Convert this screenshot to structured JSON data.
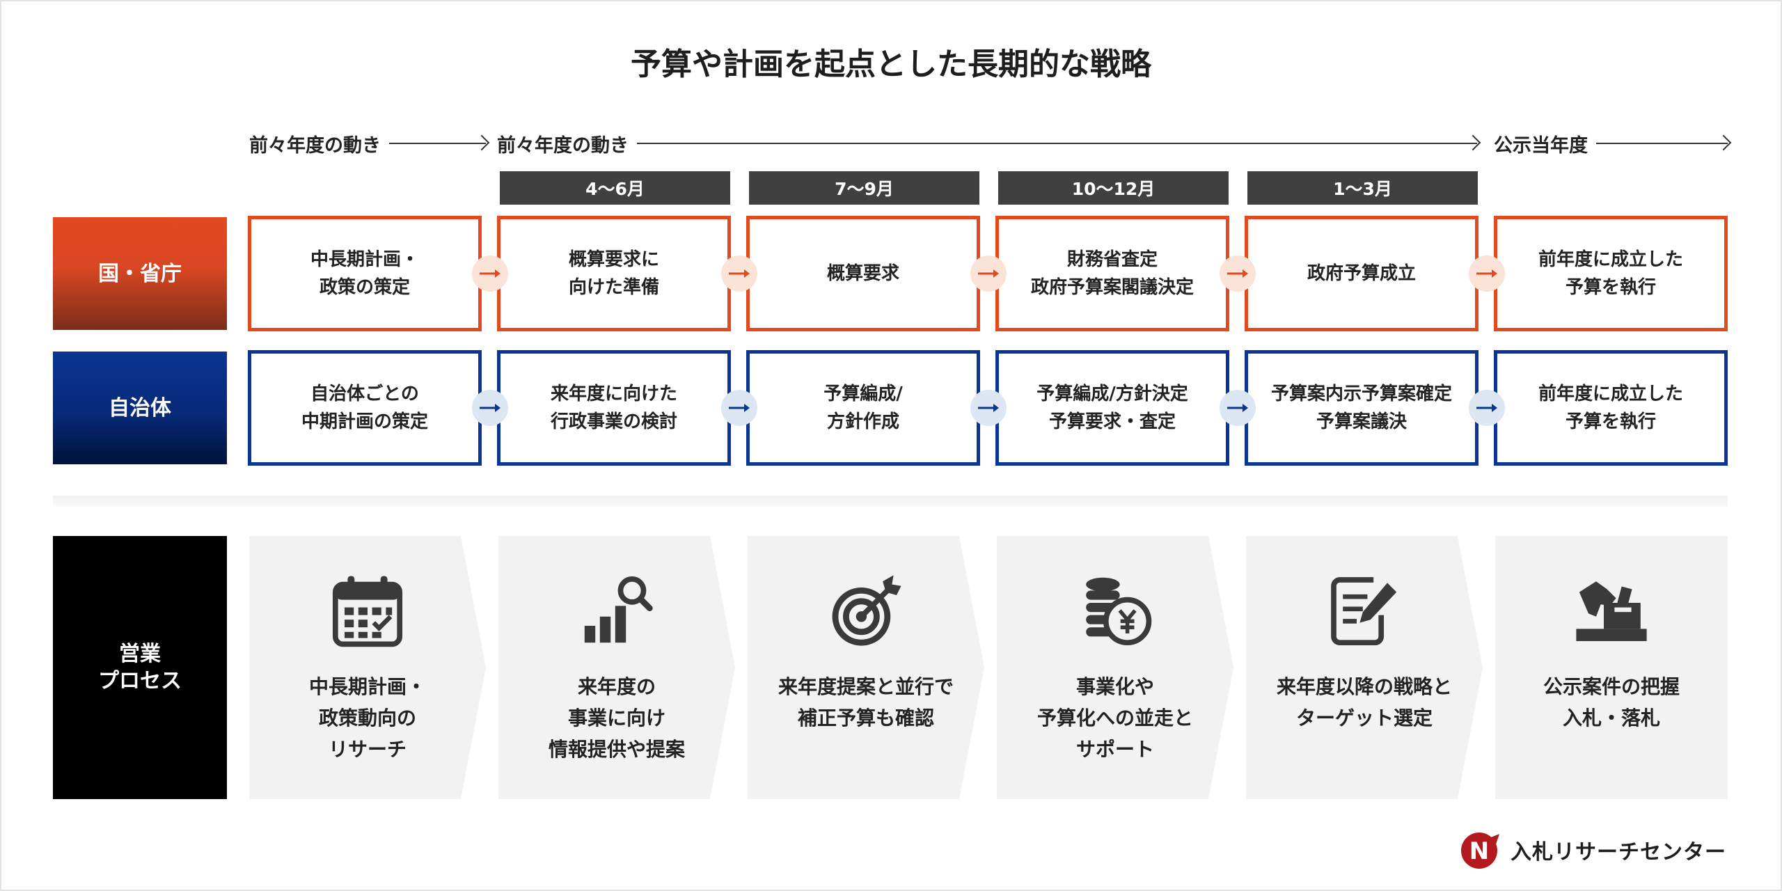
{
  "title": "予算や計画を起点とした長期的な戦略",
  "periods": [
    "前々年度の動き",
    "前々年度の動き",
    "公示当年度"
  ],
  "months": [
    "4〜6月",
    "7〜9月",
    "10〜12月",
    "1〜3月"
  ],
  "rows": {
    "gov": {
      "label": "国・省庁",
      "boxes": [
        "中長期計画・\n政策の策定",
        "概算要求に\n向けた準備",
        "概算要求",
        "財務省査定\n政府予算案閣議決定",
        "政府予算成立",
        "前年度に成立した\n予算を執行"
      ]
    },
    "local": {
      "label": "自治体",
      "boxes": [
        "自治体ごとの\n中期計画の策定",
        "来年度に向けた\n行政事業の検討",
        "予算編成/\n方針作成",
        "予算編成/方針決定\n予算要求・査定",
        "予算案内示予算案確定\n予算案議決",
        "前年度に成立した\n予算を執行"
      ]
    },
    "sales": {
      "label": "営業\nプロセス",
      "items": [
        {
          "icon": "calendar-icon",
          "text": "中長期計画・\n政策動向の\nリサーチ"
        },
        {
          "icon": "chart-search-icon",
          "text": "来年度の\n事業に向け\n情報提供や提案"
        },
        {
          "icon": "target-icon",
          "text": "来年度提案と並行で\n補正予算も確認"
        },
        {
          "icon": "yen-coins-icon",
          "text": "事業化や\n予算化への並走と\nサポート"
        },
        {
          "icon": "document-pen-icon",
          "text": "来年度以降の戦略と\nターゲット選定"
        },
        {
          "icon": "ballot-box-icon",
          "text": "公示案件の把握\n入札・落札"
        }
      ]
    }
  },
  "logo": {
    "name": "入札リサーチセンター",
    "mark": "N"
  },
  "colors": {
    "gov": "#e24a20",
    "local": "#0a3593",
    "sales": "#000000",
    "chevron": "#f2f2f2",
    "icon": "#3a3a3a"
  }
}
